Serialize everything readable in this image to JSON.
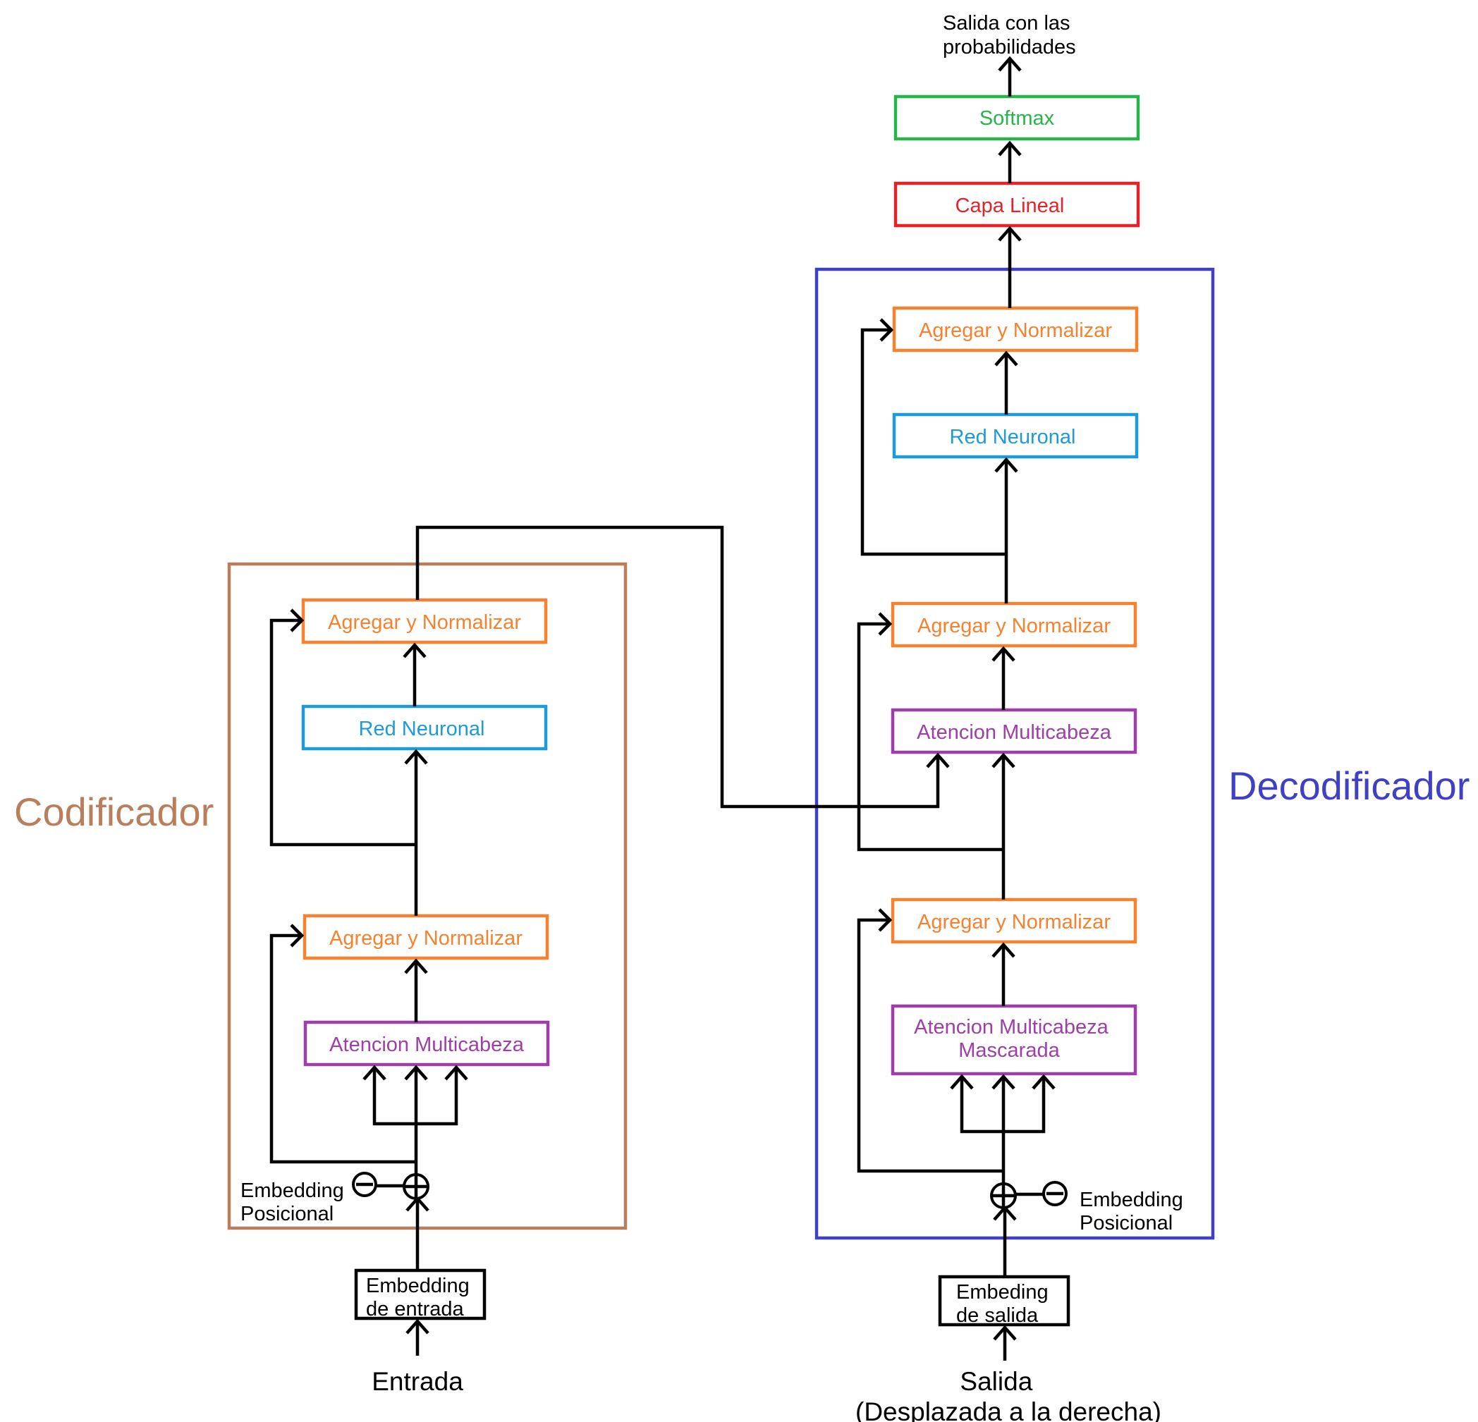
{
  "colors": {
    "encoder_frame": "#B97E5C",
    "decoder_frame": "#4040C4",
    "add_norm": "#F6822F",
    "feed_forward": "#1E9BD7",
    "attention": "#9D3FA6",
    "linear": "#E52229",
    "softmax": "#28B44A",
    "io_box": "#000000"
  },
  "labels": {
    "encoder": "Codificador",
    "decoder": "Decodificador",
    "output_probabilities": [
      "Salida con las",
      "probabilidades"
    ],
    "softmax": "Softmax",
    "linear": "Capa Lineal",
    "input": "Entrada",
    "output": [
      "Salida",
      "(Desplazada a la derecha)"
    ]
  },
  "encoder": {
    "add_norm_top": "Agregar y Normalizar",
    "feed_forward": "Red Neuronal",
    "add_norm_bottom": "Agregar y Normalizar",
    "attention": "Atencion Multicabeza",
    "positional": [
      "Embedding",
      "Posicional"
    ],
    "input_embedding": [
      "Embedding",
      "de entrada"
    ]
  },
  "decoder": {
    "add_norm_top": "Agregar y Normalizar",
    "feed_forward": "Red Neuronal",
    "add_norm_middle": "Agregar y Normalizar",
    "cross_attention": "Atencion Multicabeza",
    "add_norm_bottom": "Agregar y Normalizar",
    "masked_attention": [
      "Atencion Multicabeza",
      "Mascarada"
    ],
    "positional": [
      "Embedding",
      "Posicional"
    ],
    "output_embedding": [
      "Embeding",
      "de salida"
    ]
  }
}
